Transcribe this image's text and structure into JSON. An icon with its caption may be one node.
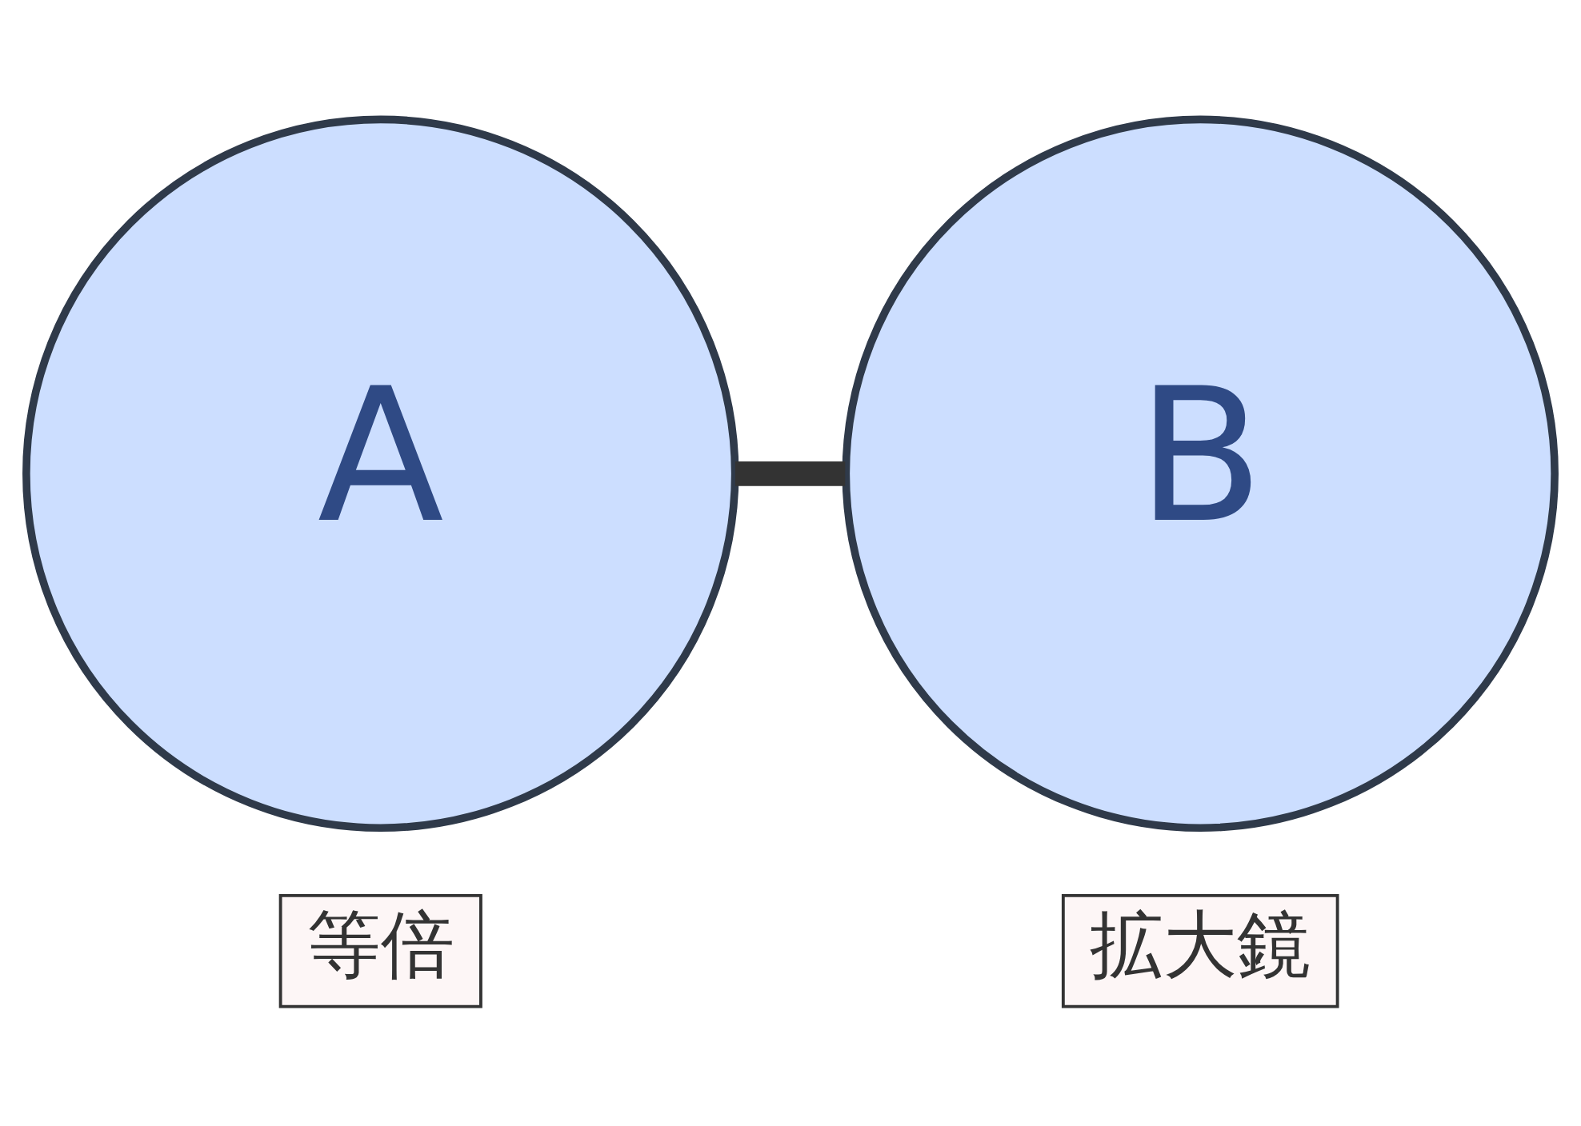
{
  "diagram": {
    "nodes": [
      {
        "text": [
          "A"
        ],
        "beside": [
          "等倍"
        ]
      },
      {
        "text": [
          "B"
        ],
        "beside": [
          "拡大鏡"
        ]
      }
    ],
    "edges": [
      {
        "from": 0,
        "to": 1,
        "arrow": "none"
      }
    ]
  }
}
